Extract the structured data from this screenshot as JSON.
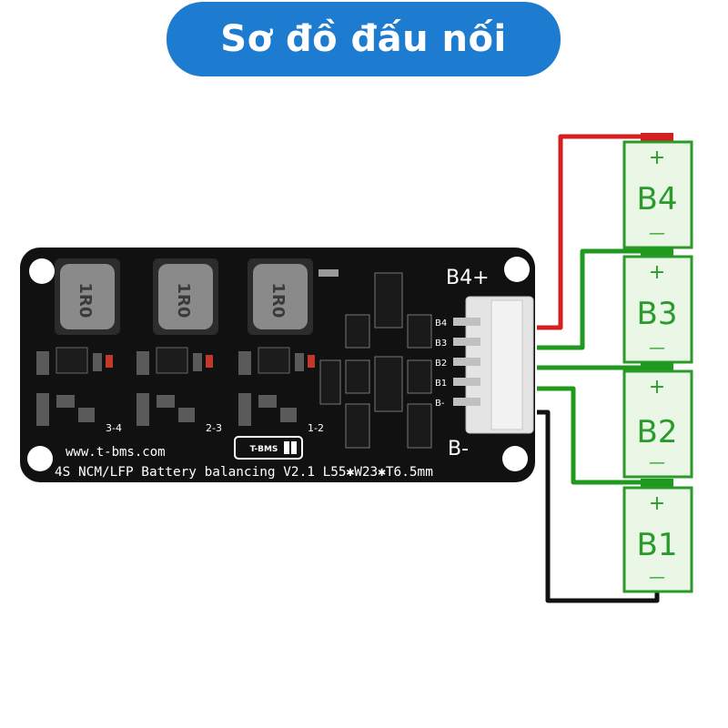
{
  "title": "Sơ đồ đấu nối",
  "board": {
    "website": "www.t-bms.com",
    "description": "4S NCM/LFP Battery balancing V2.1 L55✱W23✱T6.5mm",
    "logo_text": "T-BMS",
    "terminal_top": "B4+",
    "terminal_bottom": "B-",
    "inductor_label": "1R0",
    "section_labels": [
      "3-4",
      "2-3",
      "1-2"
    ],
    "pin_labels": [
      "B4",
      "B3",
      "B2",
      "B1",
      "B-"
    ]
  },
  "batteries": [
    {
      "label": "B4",
      "plus": "+",
      "minus": "—"
    },
    {
      "label": "B3",
      "plus": "+",
      "minus": "—"
    },
    {
      "label": "B2",
      "plus": "+",
      "minus": "—"
    },
    {
      "label": "B1",
      "plus": "+",
      "minus": "—"
    }
  ],
  "colors": {
    "title_bg": "#1d7bd0",
    "board": "#111111",
    "wire_red": "#d51f1f",
    "wire_green": "#1f9a1f",
    "wire_black": "#111111",
    "battery_fill": "#eaf7e6",
    "battery_text": "#2a9a2a"
  }
}
